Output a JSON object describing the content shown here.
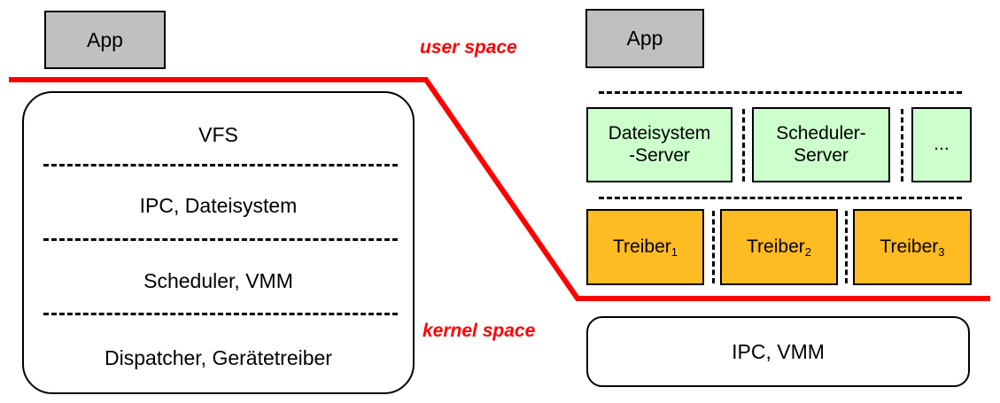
{
  "diagram": {
    "title_text": "",
    "colors": {
      "app_fill": "#c0c0c0",
      "server_fill": "#ccffcc",
      "driver_fill": "#ffbb22",
      "boundary": "#ff0000",
      "outline": "#000000",
      "background": "#ffffff"
    },
    "labels": {
      "user_space": "user space",
      "kernel_space": "kernel space"
    },
    "monolithic": {
      "app_label": "App",
      "layers": [
        "VFS",
        "IPC, Dateisystem",
        "Scheduler, VMM",
        "Dispatcher, Gerätetreiber"
      ]
    },
    "microkernel": {
      "app_label": "App",
      "servers": [
        {
          "line1": "Dateisystem",
          "line2": "-Server"
        },
        {
          "line1": "Scheduler-",
          "line2": "Server"
        },
        {
          "line1": "...",
          "line2": ""
        }
      ],
      "drivers": [
        {
          "name": "Treiber",
          "index": "1"
        },
        {
          "name": "Treiber",
          "index": "2"
        },
        {
          "name": "Treiber",
          "index": "3"
        }
      ],
      "kernel_base": "IPC, VMM"
    }
  }
}
